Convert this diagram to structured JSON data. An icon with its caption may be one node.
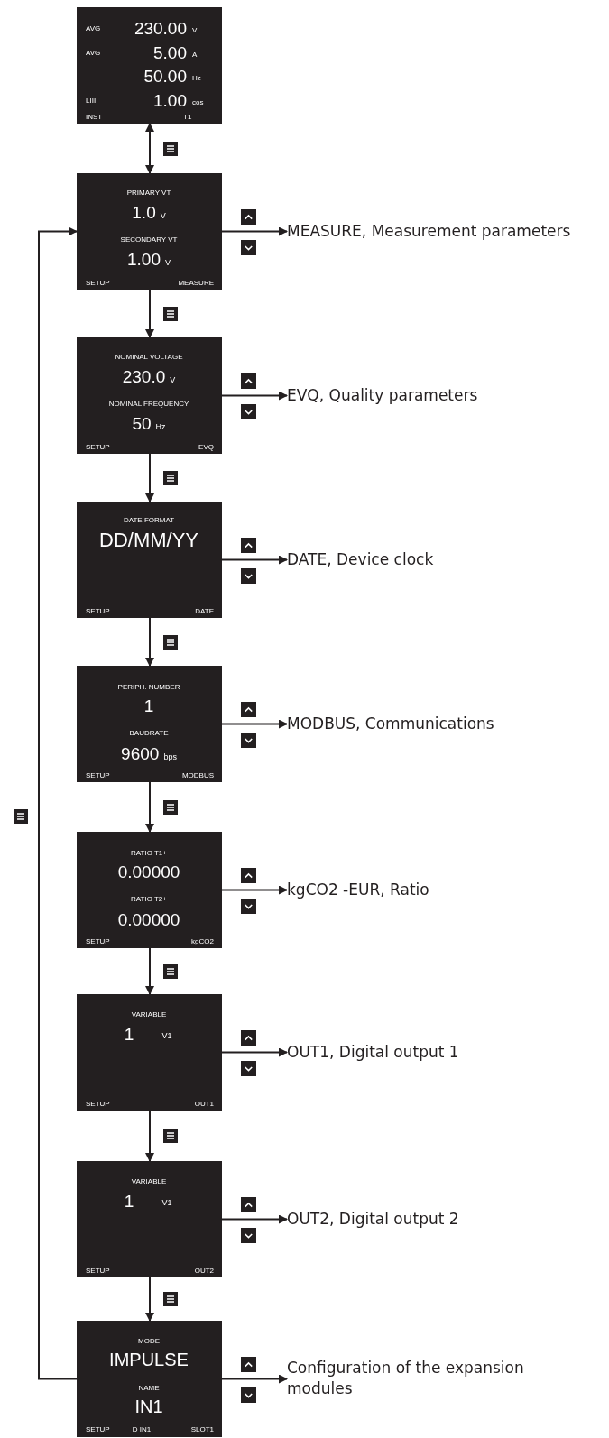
{
  "diagram": {
    "nodes": [
      {
        "text": [
          "AVG",
          "230.00",
          "V",
          "AVG",
          "5.00",
          "A",
          "50.00",
          "Hz",
          "LIII",
          "1.00",
          "cos",
          "INST",
          "T1"
        ]
      },
      {
        "text": [
          "PRIMARY VT",
          "1.0",
          "V",
          "SECONDARY VT",
          "1.00",
          "V",
          "SETUP",
          "MEASURE"
        ]
      },
      {
        "text": [
          "NOMINAL VOLTAGE",
          "230.0",
          "V",
          "NOMINAL FREQUENCY",
          "50",
          "Hz",
          "SETUP",
          "EVQ"
        ]
      },
      {
        "text": [
          "DATE FORMAT",
          "DD/MM/YY",
          "SETUP",
          "DATE"
        ]
      },
      {
        "text": [
          "PERIPH. NUMBER",
          "1",
          "BAUDRATE",
          "9600",
          "bps",
          "SETUP",
          "MODBUS"
        ]
      },
      {
        "text": [
          "RATIO T1+",
          "0.00000",
          "RATIO T2+",
          "0.00000",
          "SETUP",
          "kgCO2"
        ]
      },
      {
        "text": [
          "VARIABLE",
          "1",
          "V1",
          "SETUP",
          "OUT1"
        ]
      },
      {
        "text": [
          "VARIABLE",
          "1",
          "V1",
          "SETUP",
          "OUT2"
        ]
      },
      {
        "text": [
          "MODE",
          "IMPULSE",
          "NAME",
          "IN1",
          "SETUP",
          "D IN1",
          "SLOT1"
        ]
      },
      {
        "text": [
          "MEASURE, Measurement parameters"
        ]
      },
      {
        "text": [
          "EVQ, Quality parameters"
        ]
      },
      {
        "text": [
          "DATE, Device clock"
        ]
      },
      {
        "text": [
          "MODBUS, Communications"
        ]
      },
      {
        "text": [
          "kgCO2 -EUR, Ratio"
        ]
      },
      {
        "text": [
          "OUT1, Digital output 1"
        ]
      },
      {
        "text": [
          "OUT2, Digital output 2"
        ]
      },
      {
        "text": [
          "Configuration of the expansion modules"
        ]
      }
    ],
    "edges": [
      {
        "from": 0,
        "to": 1,
        "arrow": "both"
      },
      {
        "from": 1,
        "to": 2,
        "arrow": "to"
      },
      {
        "from": 2,
        "to": 3,
        "arrow": "to"
      },
      {
        "from": 3,
        "to": 4,
        "arrow": "to"
      },
      {
        "from": 4,
        "to": 5,
        "arrow": "to"
      },
      {
        "from": 5,
        "to": 6,
        "arrow": "to"
      },
      {
        "from": 6,
        "to": 7,
        "arrow": "to"
      },
      {
        "from": 7,
        "to": 8,
        "arrow": "to"
      },
      {
        "from": 8,
        "to": 1,
        "arrow": "to"
      },
      {
        "from": 1,
        "to": 9,
        "arrow": "to"
      },
      {
        "from": 2,
        "to": 10,
        "arrow": "to"
      },
      {
        "from": 3,
        "to": 11,
        "arrow": "to"
      },
      {
        "from": 4,
        "to": 12,
        "arrow": "to"
      },
      {
        "from": 5,
        "to": 13,
        "arrow": "to"
      },
      {
        "from": 6,
        "to": 14,
        "arrow": "to"
      },
      {
        "from": 7,
        "to": 15,
        "arrow": "to"
      },
      {
        "from": 8,
        "to": 16,
        "arrow": "to"
      }
    ]
  }
}
